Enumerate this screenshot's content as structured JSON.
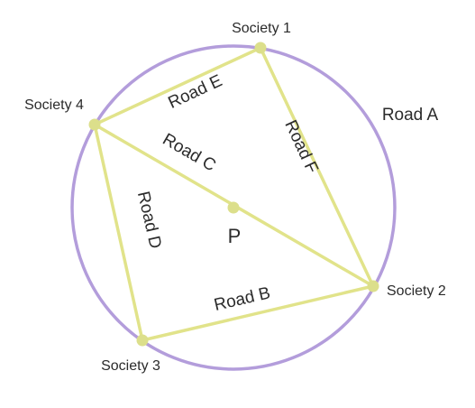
{
  "colors": {
    "circle": "#b39ddb",
    "roads": "#e1e38a",
    "points": "#dcdf8b",
    "text": "#2b2b2b"
  },
  "societies": [
    {
      "id": "s1",
      "label": "Society 1"
    },
    {
      "id": "s2",
      "label": "Society 2"
    },
    {
      "id": "s3",
      "label": "Society 3"
    },
    {
      "id": "s4",
      "label": "Society 4"
    }
  ],
  "center": {
    "label": "P"
  },
  "roads": [
    {
      "id": "A",
      "label": "Road A"
    },
    {
      "id": "B",
      "label": "Road B"
    },
    {
      "id": "C",
      "label": "Road C"
    },
    {
      "id": "D",
      "label": "Road D"
    },
    {
      "id": "E",
      "label": "Road E"
    },
    {
      "id": "F",
      "label": "Road F"
    }
  ]
}
